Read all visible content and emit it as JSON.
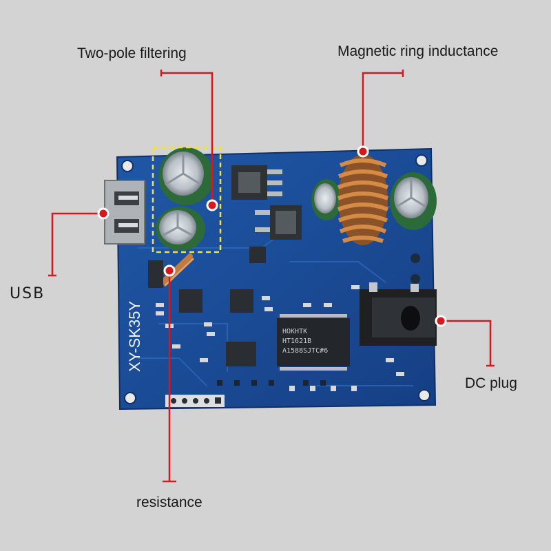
{
  "board": {
    "silkscreen": "XY-SK35Y",
    "main_chip_text": [
      "HOKHTK",
      "HT1621B",
      "A1588SJTC#6"
    ],
    "colors": {
      "pcb": "#1c4f9a",
      "pcb_dark": "#123c7c",
      "annotation": "#d8161e",
      "highlight_box": "#f2e23a",
      "copper": "#c47a3a",
      "capacitor": "#2f6a3a"
    }
  },
  "callouts": {
    "two_pole": "Two-pole filtering",
    "magnetic": "Magnetic ring inductance",
    "usb": "USB",
    "dc": "DC plug",
    "resistance": "resistance"
  }
}
